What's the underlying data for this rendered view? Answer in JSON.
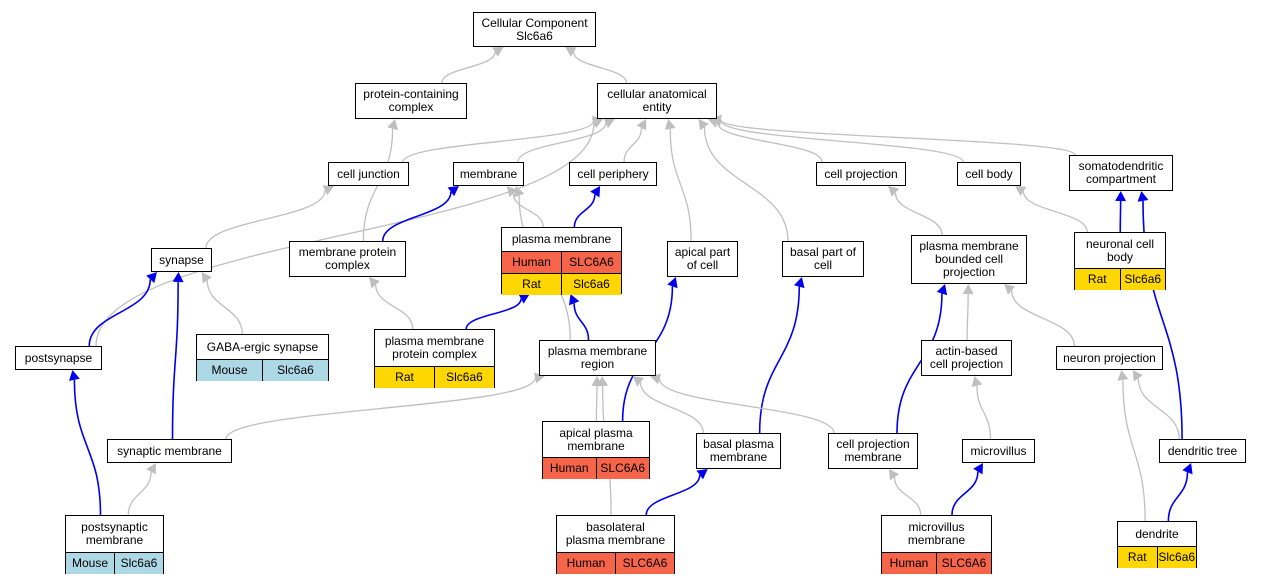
{
  "colors": {
    "human": "#f6644a",
    "rat": "#ffd700",
    "mouse": "#add8e6",
    "edge_is_a": "#bfbfbf",
    "edge_part_of": "#0000ee"
  },
  "nodes": [
    {
      "id": "cc",
      "label": "Cellular Component\nSlc6a6"
    },
    {
      "id": "pcc",
      "label": "protein-containing\ncomplex"
    },
    {
      "id": "cae",
      "label": "cellular anatomical\nentity"
    },
    {
      "id": "cj",
      "label": "cell junction"
    },
    {
      "id": "mem",
      "label": "membrane"
    },
    {
      "id": "cper",
      "label": "cell periphery"
    },
    {
      "id": "cproj",
      "label": "cell projection"
    },
    {
      "id": "cbody",
      "label": "cell body"
    },
    {
      "id": "somato",
      "label": "somatodendritic\ncompartment"
    },
    {
      "id": "pm",
      "label": "plasma membrane",
      "annotations": [
        {
          "species": "Human",
          "gene": "SLC6A6",
          "color": "human"
        },
        {
          "species": "Rat",
          "gene": "Slc6a6",
          "color": "rat"
        }
      ]
    },
    {
      "id": "synapse",
      "label": "synapse"
    },
    {
      "id": "mpc",
      "label": "membrane protein\ncomplex"
    },
    {
      "id": "apc",
      "label": "apical part\nof cell"
    },
    {
      "id": "bpc",
      "label": "basal part of\ncell"
    },
    {
      "id": "pmbcp",
      "label": "plasma membrane\nbounded cell\nprojection"
    },
    {
      "id": "ncb",
      "label": "neuronal cell\nbody",
      "annotations": [
        {
          "species": "Rat",
          "gene": "Slc6a6",
          "color": "rat"
        }
      ]
    },
    {
      "id": "gaba",
      "label": "GABA-ergic synapse",
      "annotations": [
        {
          "species": "Mouse",
          "gene": "Slc6a6",
          "color": "mouse"
        }
      ]
    },
    {
      "id": "postsyn",
      "label": "postsynapse"
    },
    {
      "id": "pmpc",
      "label": "plasma membrane\nprotein complex",
      "annotations": [
        {
          "species": "Rat",
          "gene": "Slc6a6",
          "color": "rat"
        }
      ]
    },
    {
      "id": "pmr",
      "label": "plasma membrane\nregion"
    },
    {
      "id": "abcp",
      "label": "actin-based\ncell projection"
    },
    {
      "id": "nproj",
      "label": "neuron projection"
    },
    {
      "id": "synmem",
      "label": "synaptic membrane"
    },
    {
      "id": "apm",
      "label": "apical plasma\nmembrane",
      "annotations": [
        {
          "species": "Human",
          "gene": "SLC6A6",
          "color": "human"
        }
      ]
    },
    {
      "id": "bpm",
      "label": "basal plasma\nmembrane"
    },
    {
      "id": "cpm",
      "label": "cell projection\nmembrane"
    },
    {
      "id": "mv",
      "label": "microvillus"
    },
    {
      "id": "dtree",
      "label": "dendritic tree"
    },
    {
      "id": "psm",
      "label": "postsynaptic\nmembrane",
      "annotations": [
        {
          "species": "Mouse",
          "gene": "Slc6a6",
          "color": "mouse"
        }
      ]
    },
    {
      "id": "blpm",
      "label": "basolateral\nplasma membrane",
      "annotations": [
        {
          "species": "Human",
          "gene": "SLC6A6",
          "color": "human"
        }
      ]
    },
    {
      "id": "mvm",
      "label": "microvillus\nmembrane",
      "annotations": [
        {
          "species": "Human",
          "gene": "SLC6A6",
          "color": "human"
        }
      ]
    },
    {
      "id": "dend",
      "label": "dendrite",
      "annotations": [
        {
          "species": "Rat",
          "gene": "Slc6a6",
          "color": "rat"
        }
      ]
    }
  ],
  "edges": [
    {
      "from": "pcc",
      "to": "cc",
      "type": "is_a"
    },
    {
      "from": "cae",
      "to": "cc",
      "type": "is_a"
    },
    {
      "from": "cj",
      "to": "cae",
      "type": "is_a"
    },
    {
      "from": "mem",
      "to": "cae",
      "type": "is_a"
    },
    {
      "from": "cper",
      "to": "cae",
      "type": "is_a"
    },
    {
      "from": "cproj",
      "to": "cae",
      "type": "is_a"
    },
    {
      "from": "cbody",
      "to": "cae",
      "type": "is_a"
    },
    {
      "from": "somato",
      "to": "cae",
      "type": "is_a"
    },
    {
      "from": "postsyn",
      "to": "cae",
      "type": "is_a"
    },
    {
      "from": "apc",
      "to": "cae",
      "type": "is_a"
    },
    {
      "from": "bpc",
      "to": "cae",
      "type": "is_a"
    },
    {
      "from": "mpc",
      "to": "pcc",
      "type": "is_a"
    },
    {
      "from": "synapse",
      "to": "cj",
      "type": "is_a"
    },
    {
      "from": "pm",
      "to": "mem",
      "type": "is_a"
    },
    {
      "from": "pm",
      "to": "cper",
      "type": "part_of"
    },
    {
      "from": "mpc",
      "to": "mem",
      "type": "part_of"
    },
    {
      "from": "pmr",
      "to": "mem",
      "type": "is_a"
    },
    {
      "from": "pmbcp",
      "to": "cproj",
      "type": "is_a"
    },
    {
      "from": "ncb",
      "to": "cbody",
      "type": "is_a"
    },
    {
      "from": "ncb",
      "to": "somato",
      "type": "part_of"
    },
    {
      "from": "gaba",
      "to": "synapse",
      "type": "is_a"
    },
    {
      "from": "postsyn",
      "to": "synapse",
      "type": "part_of"
    },
    {
      "from": "synmem",
      "to": "synapse",
      "type": "part_of"
    },
    {
      "from": "pmpc",
      "to": "mpc",
      "type": "is_a"
    },
    {
      "from": "pmpc",
      "to": "pm",
      "type": "part_of"
    },
    {
      "from": "pmr",
      "to": "pm",
      "type": "part_of"
    },
    {
      "from": "apm",
      "to": "apc",
      "type": "part_of"
    },
    {
      "from": "bpm",
      "to": "bpc",
      "type": "part_of"
    },
    {
      "from": "cpm",
      "to": "pmbcp",
      "type": "part_of"
    },
    {
      "from": "abcp",
      "to": "pmbcp",
      "type": "is_a"
    },
    {
      "from": "nproj",
      "to": "pmbcp",
      "type": "is_a"
    },
    {
      "from": "dtree",
      "to": "somato",
      "type": "part_of"
    },
    {
      "from": "synmem",
      "to": "pmr",
      "type": "is_a"
    },
    {
      "from": "apm",
      "to": "pmr",
      "type": "is_a"
    },
    {
      "from": "bpm",
      "to": "pmr",
      "type": "is_a"
    },
    {
      "from": "cpm",
      "to": "pmr",
      "type": "is_a"
    },
    {
      "from": "blpm",
      "to": "pmr",
      "type": "is_a"
    },
    {
      "from": "mv",
      "to": "abcp",
      "type": "is_a"
    },
    {
      "from": "dtree",
      "to": "nproj",
      "type": "is_a"
    },
    {
      "from": "dend",
      "to": "nproj",
      "type": "is_a"
    },
    {
      "from": "psm",
      "to": "postsyn",
      "type": "part_of"
    },
    {
      "from": "psm",
      "to": "synmem",
      "type": "is_a"
    },
    {
      "from": "blpm",
      "to": "bpm",
      "type": "part_of"
    },
    {
      "from": "mvm",
      "to": "cpm",
      "type": "is_a"
    },
    {
      "from": "mvm",
      "to": "mv",
      "type": "part_of"
    },
    {
      "from": "dend",
      "to": "dtree",
      "type": "part_of"
    }
  ]
}
